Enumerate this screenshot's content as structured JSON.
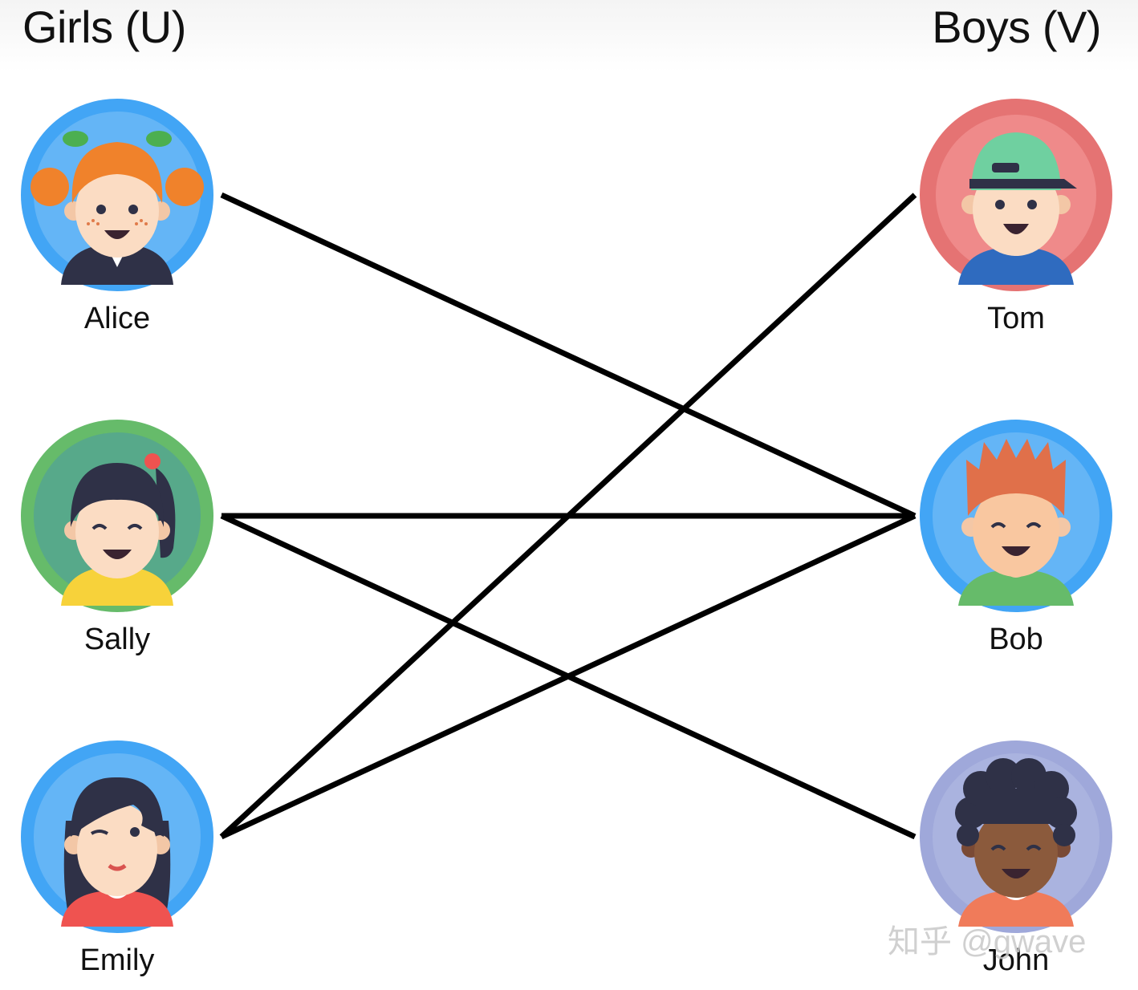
{
  "titles": {
    "left": "Girls (U)",
    "right": "Boys (V)"
  },
  "girls": [
    {
      "name": "Alice",
      "avatar": "girl-red-pigtails-icon",
      "bg": "#42a5f5",
      "inner": "#64b5f6"
    },
    {
      "name": "Sally",
      "avatar": "girl-ponytail-icon",
      "bg": "#66bb6a",
      "inner": "#57a98a"
    },
    {
      "name": "Emily",
      "avatar": "girl-long-hair-wink-icon",
      "bg": "#42a5f5",
      "inner": "#64b5f6"
    }
  ],
  "boys": [
    {
      "name": "Tom",
      "avatar": "boy-green-cap-icon",
      "bg": "#e57373",
      "inner": "#ef8a8a"
    },
    {
      "name": "Bob",
      "avatar": "boy-spiky-hair-icon",
      "bg": "#42a5f5",
      "inner": "#64b5f6"
    },
    {
      "name": "John",
      "avatar": "boy-curly-hair-icon",
      "bg": "#9fa8da",
      "inner": "#aab3df"
    }
  ],
  "edges": [
    {
      "from": "Alice",
      "to": "Bob"
    },
    {
      "from": "Sally",
      "to": "Bob"
    },
    {
      "from": "Sally",
      "to": "John"
    },
    {
      "from": "Emily",
      "to": "Tom"
    },
    {
      "from": "Emily",
      "to": "Bob"
    }
  ],
  "watermark": "知乎 @gwave"
}
